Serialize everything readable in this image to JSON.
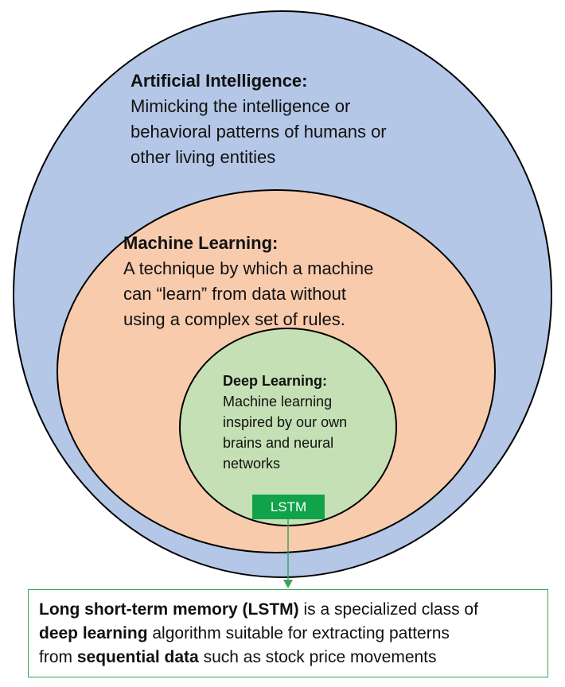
{
  "colors": {
    "ai_fill": "#b4c7e7",
    "ml_fill": "#f8cbad",
    "dl_fill": "#c5e0b4",
    "outline": "#000000",
    "lstm_fill": "#11a34a",
    "arrow": "#3aa45b",
    "callout_border": "#3aa45b"
  },
  "ai": {
    "heading": "Artificial Intelligence:",
    "lines": [
      "Mimicking the intelligence or",
      "behavioral patterns of humans or",
      "other living entities"
    ]
  },
  "ml": {
    "heading": "Machine Learning:",
    "lines": [
      "A technique by which a machine",
      "can “learn” from data without",
      "using a complex set of rules."
    ]
  },
  "dl": {
    "heading": "Deep Learning:",
    "lines": [
      "Machine learning",
      "inspired by our own",
      "brains and neural",
      "networks"
    ]
  },
  "lstm": {
    "label": "LSTM"
  },
  "callout": {
    "line1_bold": "Long short-term memory (LSTM)",
    "line1_rest": " is a specialized class of",
    "line2_bold": "deep learning",
    "line2_rest": " algorithm suitable for extracting patterns",
    "line3_start": "from ",
    "line3_bold": "sequential data",
    "line3_rest": " such as stock price movements"
  }
}
